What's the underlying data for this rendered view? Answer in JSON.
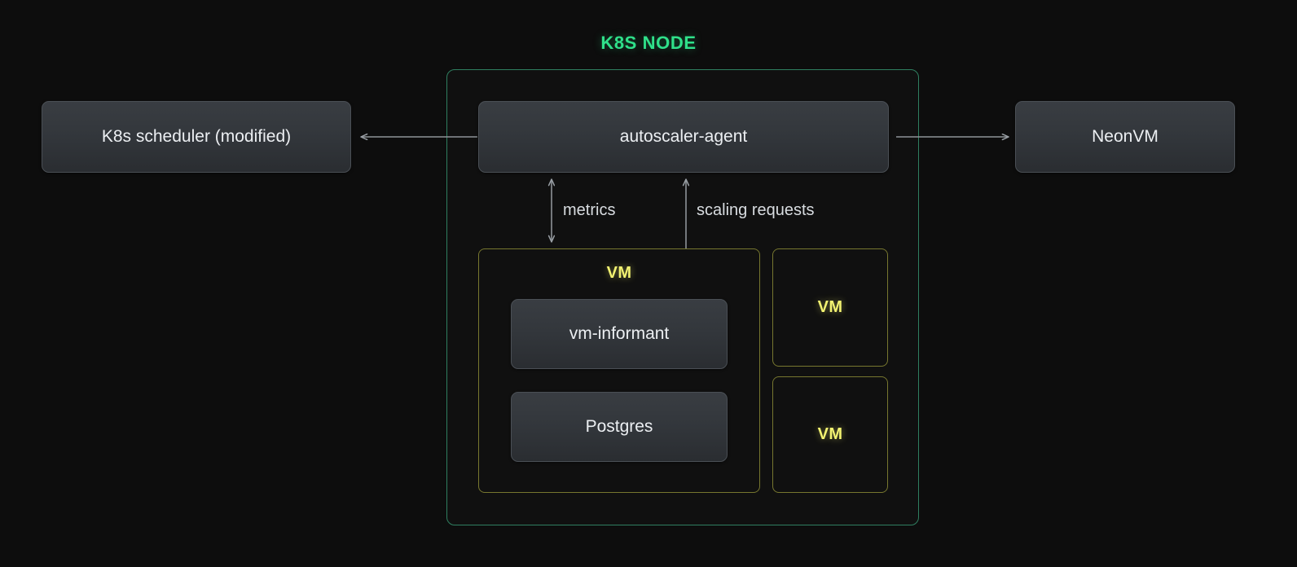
{
  "diagram": {
    "title": "K8S NODE",
    "background_color": "#0d0d0d",
    "node_border_color": "#2f7f60",
    "vm_border_color": "#77772f",
    "vm_label_color": "#f2f271",
    "title_color": "#2fe08a",
    "box_text_color": "#eceff2"
  },
  "boxes": {
    "scheduler": {
      "label": "K8s scheduler (modified)"
    },
    "agent": {
      "label": "autoscaler-agent"
    },
    "neonvm": {
      "label": "NeonVM"
    },
    "informant": {
      "label": "vm-informant"
    },
    "postgres": {
      "label": "Postgres"
    }
  },
  "vms": {
    "main": {
      "label": "VM"
    },
    "small_1": {
      "label": "VM"
    },
    "small_2": {
      "label": "VM"
    }
  },
  "connectors": {
    "scheduler_link": {
      "label": "",
      "direction": "left"
    },
    "neonvm_link": {
      "label": "",
      "direction": "right"
    },
    "metrics": {
      "label": "metrics",
      "direction": "bidirectional"
    },
    "scaling_requests": {
      "label": "scaling requests",
      "direction": "bidirectional"
    }
  }
}
